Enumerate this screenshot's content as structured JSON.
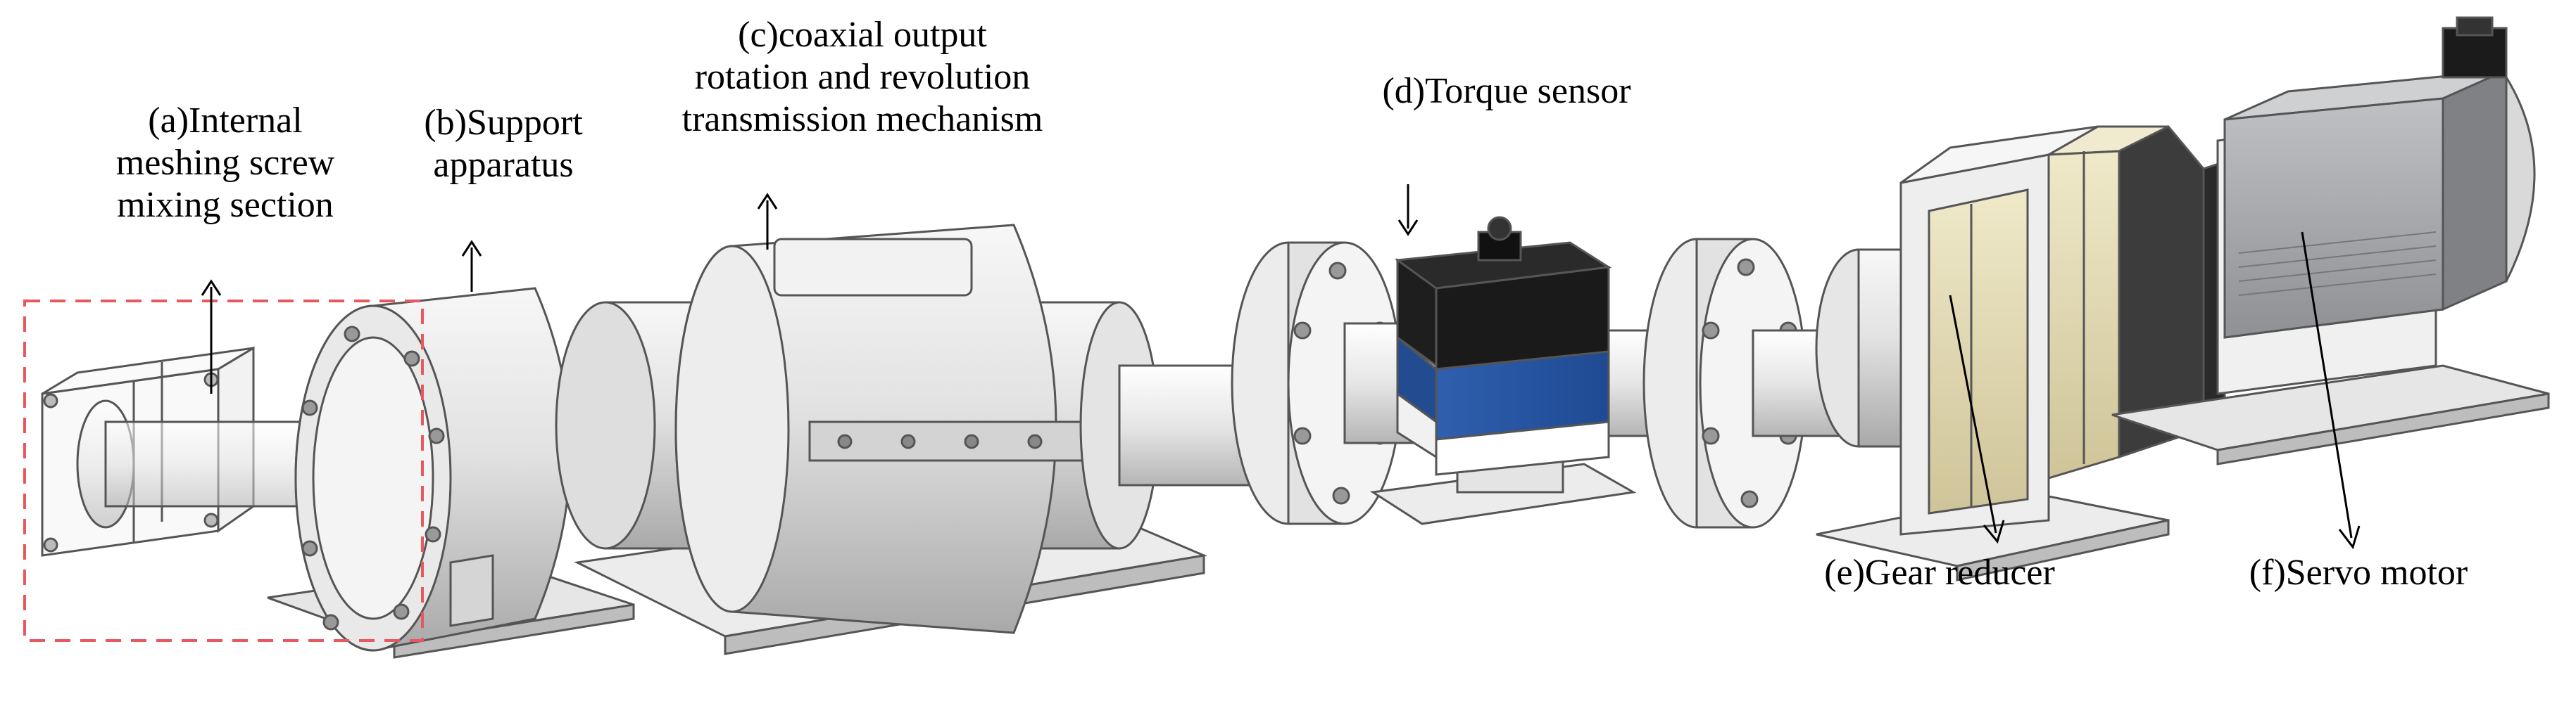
{
  "figure": {
    "labels": {
      "a": [
        "(a)Internal",
        "meshing screw",
        "mixing section"
      ],
      "b": [
        "(b)Support",
        "apparatus"
      ],
      "c": [
        "(c)coaxial output",
        "rotation and revolution",
        "transmission mechanism"
      ],
      "d": [
        "(d)Torque sensor"
      ],
      "e": [
        "(e)Gear reducer"
      ],
      "f": [
        "(f)Servo motor"
      ]
    },
    "colors": {
      "highlight_box": "#e8595f",
      "sensor_blue": "#2f5fae",
      "sensor_top": "#1e1e1e",
      "reducer_tan": "#e4dcb4",
      "motor_gray": "#a6a8ab",
      "motor_dark": "#3c3c3c",
      "metal_light": "#eeeeee",
      "outline": "#555555"
    }
  }
}
